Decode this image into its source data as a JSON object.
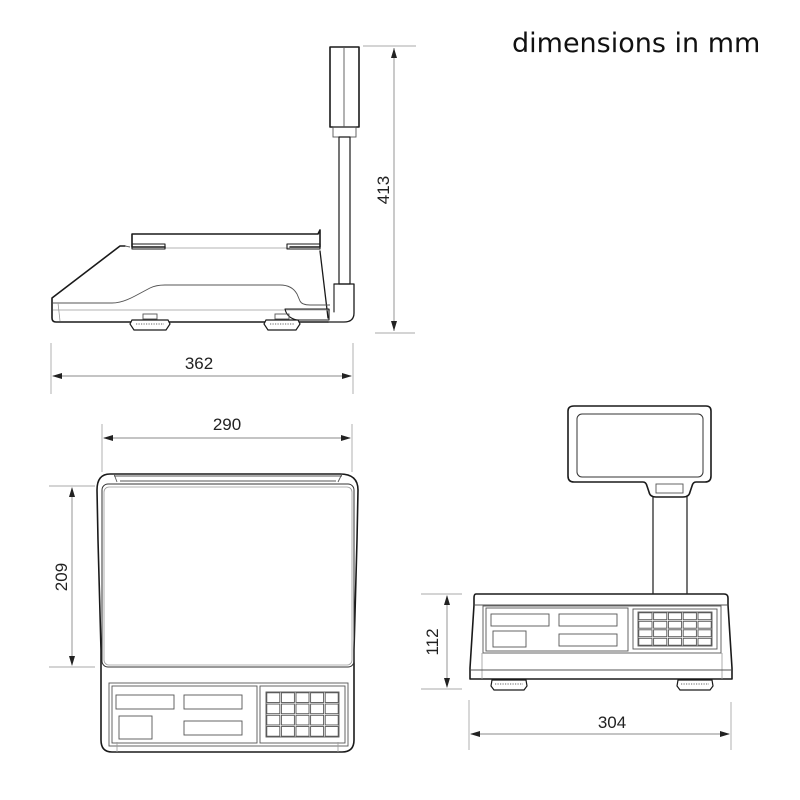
{
  "title": "dimensions in mm",
  "colors": {
    "outline": "#1a1a1a",
    "dimension_line": "#8a8a8a",
    "text": "#222222",
    "background": "#ffffff"
  },
  "views": {
    "side": {
      "name": "side view",
      "dimensions": {
        "length": {
          "value": "362",
          "orientation": "horizontal"
        },
        "height": {
          "value": "413",
          "orientation": "vertical"
        }
      }
    },
    "top": {
      "name": "top view",
      "dimensions": {
        "width": {
          "value": "290",
          "orientation": "horizontal"
        },
        "platter_depth": {
          "value": "209",
          "orientation": "vertical"
        }
      },
      "keypad": {
        "rows": 4,
        "cols": 5
      }
    },
    "front": {
      "name": "front view",
      "dimensions": {
        "width": {
          "value": "304",
          "orientation": "horizontal"
        },
        "base_height": {
          "value": "112",
          "orientation": "vertical"
        }
      },
      "keypad": {
        "rows": 4,
        "cols": 5
      }
    }
  }
}
